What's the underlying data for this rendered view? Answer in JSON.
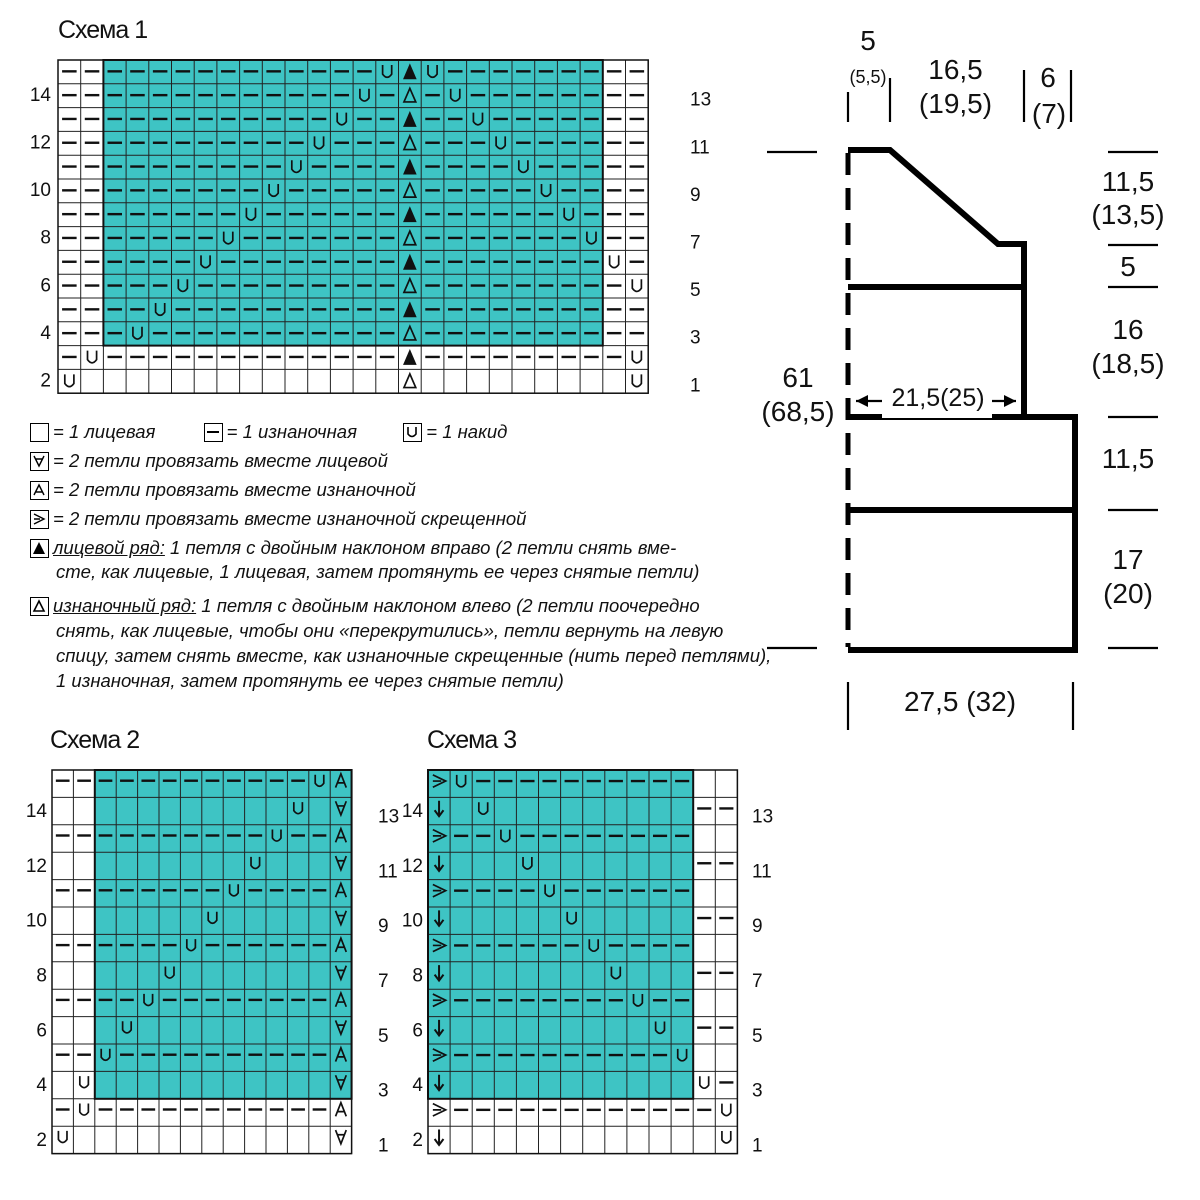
{
  "colors": {
    "fill": "#3ec4c4",
    "line": "#111111",
    "background": "#ffffff"
  },
  "schemes": [
    {
      "id": "scheme1",
      "title": "Схема 1",
      "left_numbers": [
        "14",
        "12",
        "10",
        "8",
        "6",
        "4",
        "2"
      ],
      "right_numbers": [
        "13",
        "11",
        "9",
        "7",
        "5",
        "3",
        "1"
      ],
      "cols": 26,
      "fill": {
        "col_start": 2,
        "col_end": 23,
        "row_start": 0,
        "row_end": 11
      },
      "rows": [
        "--------------U^U---------",
        "-------------U-A-U--------",
        "------------U--^--U-------",
        "-----------U---A---U------",
        "----------U----^----U-----",
        "---------U-----A-----U----",
        "--------U------^------U---",
        "-------U-------A-------U--",
        "------U--------^--------U-",
        "-----U---------A---------U",
        "----U----------^----------",
        "---U-----------A-----------",
        "-U-------------^---------U-",
        "U..............A.........U"
      ]
    },
    {
      "id": "scheme2",
      "title": "Схема 2",
      "left_numbers": [
        "14",
        "12",
        "10",
        "8",
        "6",
        "4",
        "2"
      ],
      "right_numbers": [
        "13",
        "11",
        "9",
        "7",
        "5",
        "3",
        "1"
      ],
      "cols": 14,
      "fill": {
        "col_start": 2,
        "col_end": 13,
        "row_start": 0,
        "row_end": 11
      },
      "rows": [
        "------------UP",
        "...........U.K",
        "----------U--P",
        ".........U...K",
        "--------U----P",
        ".......U.....K",
        "------U------P",
        ".....U.......K",
        "----U--------P",
        "...U.........K",
        "--U----------P",
        ".U...........K",
        "-U-----------P",
        "U............K"
      ]
    },
    {
      "id": "scheme3",
      "title": "Схема 3",
      "left_numbers": [
        "14",
        "12",
        "10",
        "8",
        "6",
        "4",
        "2"
      ],
      "right_numbers": [
        "13",
        "11",
        "9",
        "7",
        "5",
        "3",
        "1"
      ],
      "cols": 14,
      "fill": {
        "col_start": 0,
        "col_end": 11,
        "row_start": 0,
        "row_end": 11
      },
      "rows": [
        "TU----------..",
        "D.U.........--",
        "T--U--------..",
        "D...U.......--",
        "T----U------..",
        "D.....U.....--",
        "T------U----..",
        "D.......U...--",
        "T--------U--..",
        "D.........U.--",
        "T----------U..",
        "D...........U-",
        "T------------U",
        "D............U"
      ]
    }
  ],
  "legend": {
    "knit": "= 1 лицевая",
    "purl": "= 1 изнаночная",
    "yo": "= 1 накид",
    "k2tog": "= 2 петли провязать вместе лицевой",
    "p2tog": "= 2 петли провязать вместе изнаночной",
    "p2tog_tbl": "= 2 петли провязать вместе изнаночной скрещенной",
    "right_row_label": "лицевой ряд:",
    "right_row_text_1": " 1 петля с двойным наклоном вправо (2 петли снять вме-",
    "right_row_text_2": "сте, как лицевые, 1 лицевая, затем протянуть ее через снятые петли)",
    "wrong_row_label": "изнаночный ряд:",
    "wrong_row_text_1": " 1 петля с двойным наклоном влево (2 петли поочередно",
    "wrong_row_text_2": "снять, как лицевые, чтобы они «перекрутились», петли вернуть на левую",
    "wrong_row_text_3": "спицу, затем снять вместе, как изнаночные скрещенные (нить перед петлями),",
    "wrong_row_text_4": "1 изнаночная, затем протянуть ее через снятые петли)"
  },
  "pattern_piece": {
    "top_dim_1": "5",
    "top_dim_1_alt": "(5,5)",
    "top_dim_2": "16,5",
    "top_dim_2_alt": "(19,5)",
    "top_dim_3": "6",
    "top_dim_3_alt": "(7)",
    "right_dim_1": "11,5",
    "right_dim_1_alt": "(13,5)",
    "right_dim_2": "5",
    "right_dim_3": "16",
    "right_dim_3_alt": "(18,5)",
    "right_dim_4": "11,5",
    "right_dim_5": "17",
    "right_dim_5_alt": "(20)",
    "left_dim": "61",
    "left_dim_alt": "(68,5)",
    "inner_dim": "21,5(25)",
    "bottom_dim": "27,5 (32)"
  }
}
